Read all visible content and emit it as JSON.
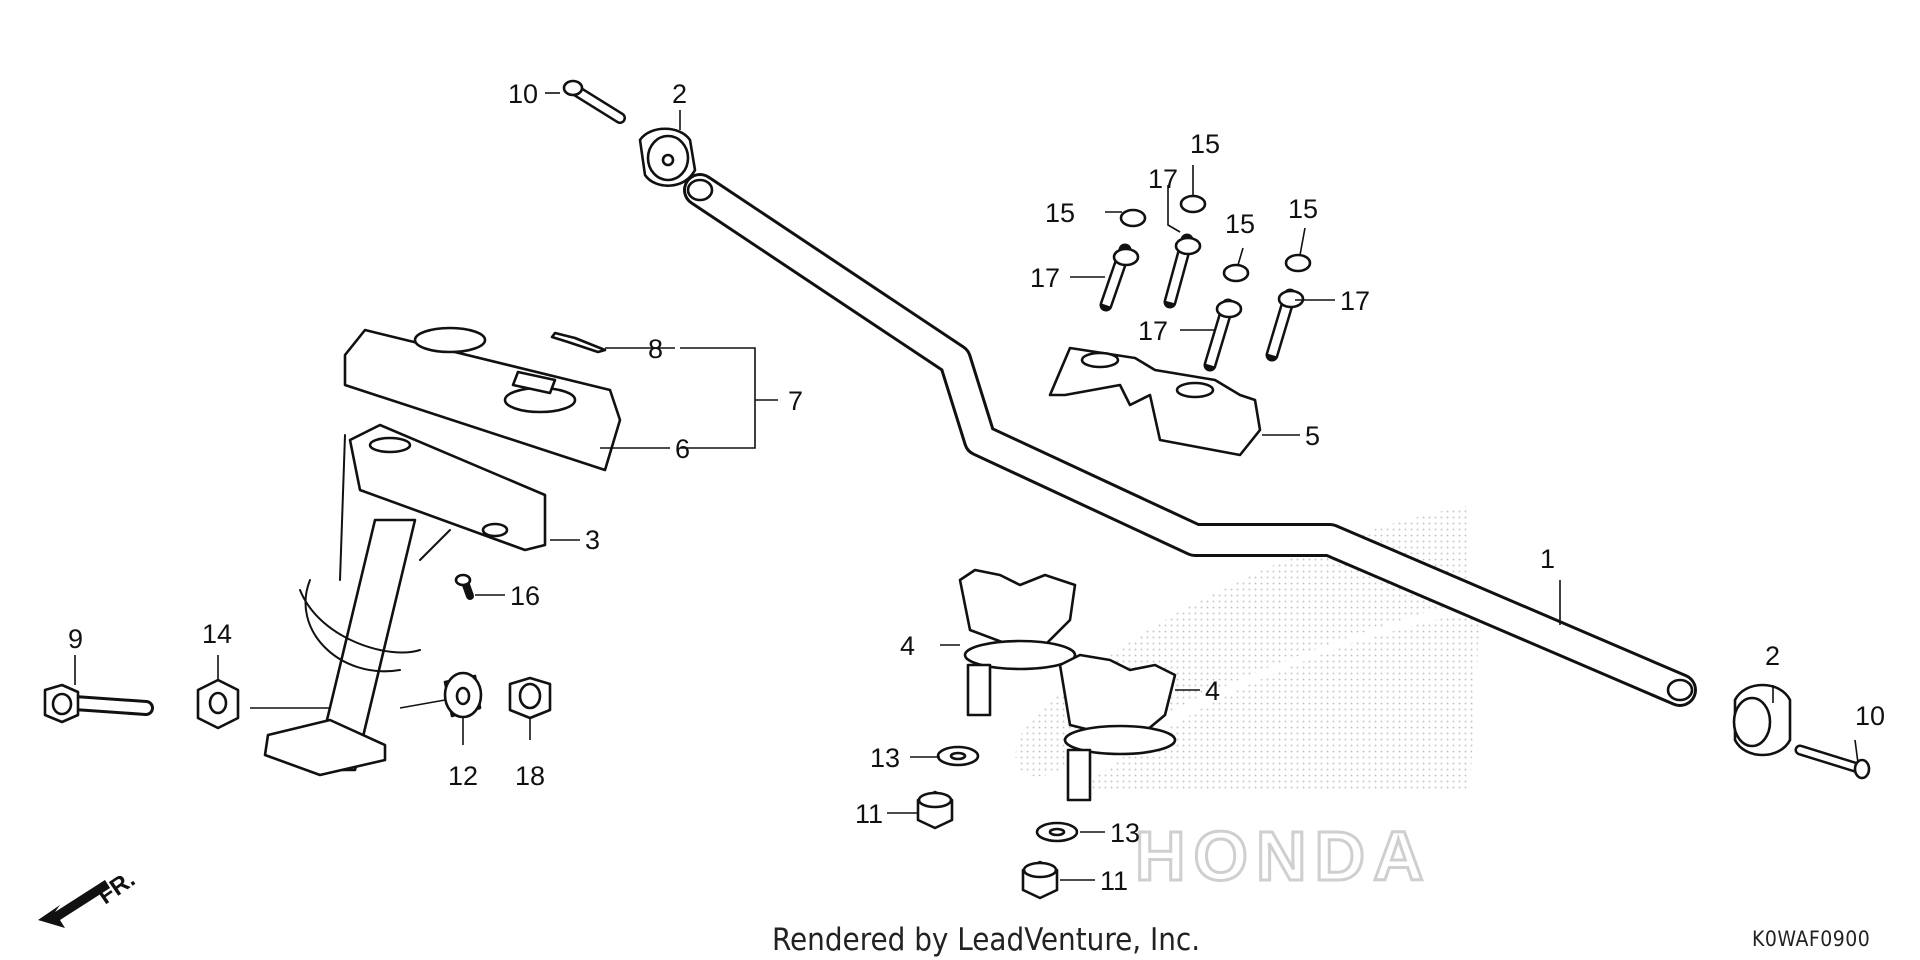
{
  "credit": "Rendered by LeadVenture, Inc.",
  "diagram_code": "K0WAF0900",
  "direction_marker": "FR.",
  "watermark_text": "HONDA",
  "callouts": [
    {
      "id": "c1",
      "text": "1"
    },
    {
      "id": "c2a",
      "text": "2"
    },
    {
      "id": "c2b",
      "text": "2"
    },
    {
      "id": "c3",
      "text": "3"
    },
    {
      "id": "c4a",
      "text": "4"
    },
    {
      "id": "c4b",
      "text": "4"
    },
    {
      "id": "c5",
      "text": "5"
    },
    {
      "id": "c6",
      "text": "6"
    },
    {
      "id": "c7",
      "text": "7"
    },
    {
      "id": "c8",
      "text": "8"
    },
    {
      "id": "c9",
      "text": "9"
    },
    {
      "id": "c10a",
      "text": "10"
    },
    {
      "id": "c10b",
      "text": "10"
    },
    {
      "id": "c11a",
      "text": "11"
    },
    {
      "id": "c11b",
      "text": "11"
    },
    {
      "id": "c12",
      "text": "12"
    },
    {
      "id": "c13a",
      "text": "13"
    },
    {
      "id": "c13b",
      "text": "13"
    },
    {
      "id": "c14",
      "text": "14"
    },
    {
      "id": "c15a",
      "text": "15"
    },
    {
      "id": "c15b",
      "text": "15"
    },
    {
      "id": "c15c",
      "text": "15"
    },
    {
      "id": "c15d",
      "text": "15"
    },
    {
      "id": "c16",
      "text": "16"
    },
    {
      "id": "c17a",
      "text": "17"
    },
    {
      "id": "c17b",
      "text": "17"
    },
    {
      "id": "c17c",
      "text": "17"
    },
    {
      "id": "c17d",
      "text": "17"
    },
    {
      "id": "c18",
      "text": "18"
    }
  ]
}
